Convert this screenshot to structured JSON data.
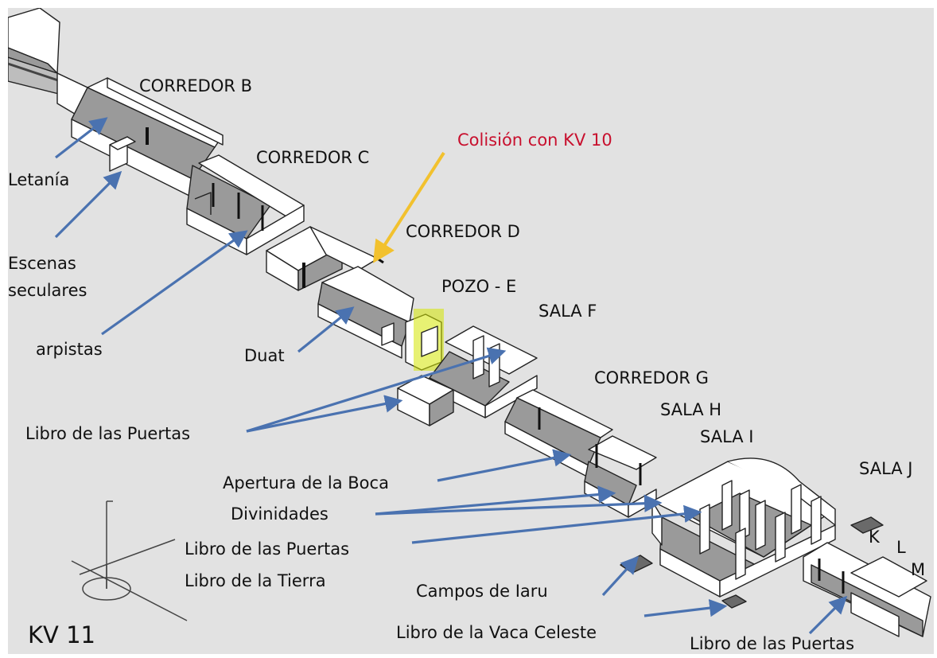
{
  "diagram": {
    "tomb_label": "KV 11",
    "collision_label": "Colisión con KV 10",
    "section_labels": [
      "CORREDOR B",
      "CORREDOR C",
      "CORREDOR D",
      "POZO - E",
      "SALA F",
      "CORREDOR G",
      "SALA H",
      "SALA I",
      "SALA J",
      "K",
      "L",
      "M"
    ],
    "decoration_labels": [
      "Letanía",
      "Escenas seculares",
      "arpistas",
      "Duat",
      "Libro de las Puertas",
      "Apertura de la Boca",
      "Divinidades",
      "Libro de las Puertas",
      "Libro de la Tierra",
      "Campos de Iaru",
      "Libro de la Vaca Celeste",
      "Libro de las Puertas"
    ],
    "colors": {
      "background": "#e2e2e2",
      "walls": "#ffffff",
      "wall_outline": "#222222",
      "shadow": "#8c8c8c",
      "pointer_arrows": "#4a72b0",
      "collision_arrow": "#f2c12e",
      "collision_highlight": "#d4e600",
      "collision_text": "#c8102e"
    }
  }
}
